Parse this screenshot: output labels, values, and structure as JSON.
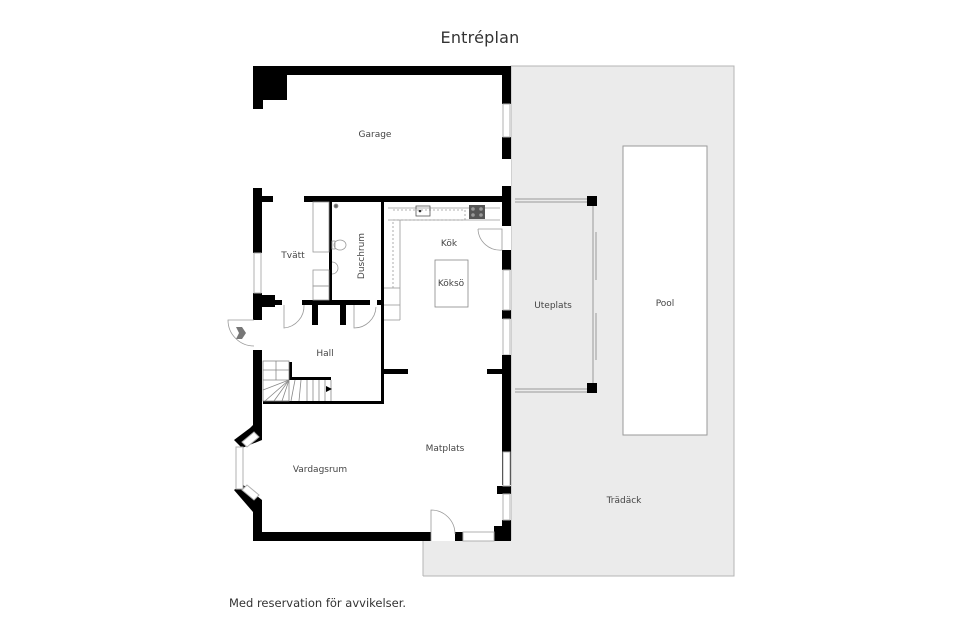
{
  "title": "Entréplan",
  "disclaimer": "Med reservation för avvikelser.",
  "colors": {
    "wall": "#000000",
    "outdoor": "#ebebeb",
    "outdoor_border": "#b5b5b5",
    "pool": "#ffffff",
    "window": "#cfcfcf",
    "fixture": "#9a9a9a",
    "text": "#444444"
  },
  "rooms": {
    "garage": "Garage",
    "tvatt": "Tvätt",
    "duschrum": "Duschrum",
    "kok": "Kök",
    "kokso": "Köksö",
    "hall": "Hall",
    "uteplats": "Uteplats",
    "pool": "Pool",
    "matplats": "Matplats",
    "vardagsrum": "Vardagsrum",
    "tradack": "Trädäck"
  },
  "icons": {
    "entrance": "entrance-arrow-icon",
    "stairs": "staircase-icon",
    "stove": "stove-icon",
    "sink": "sink-icon",
    "toilet": "toilet-icon",
    "washbasin": "washbasin-icon"
  }
}
